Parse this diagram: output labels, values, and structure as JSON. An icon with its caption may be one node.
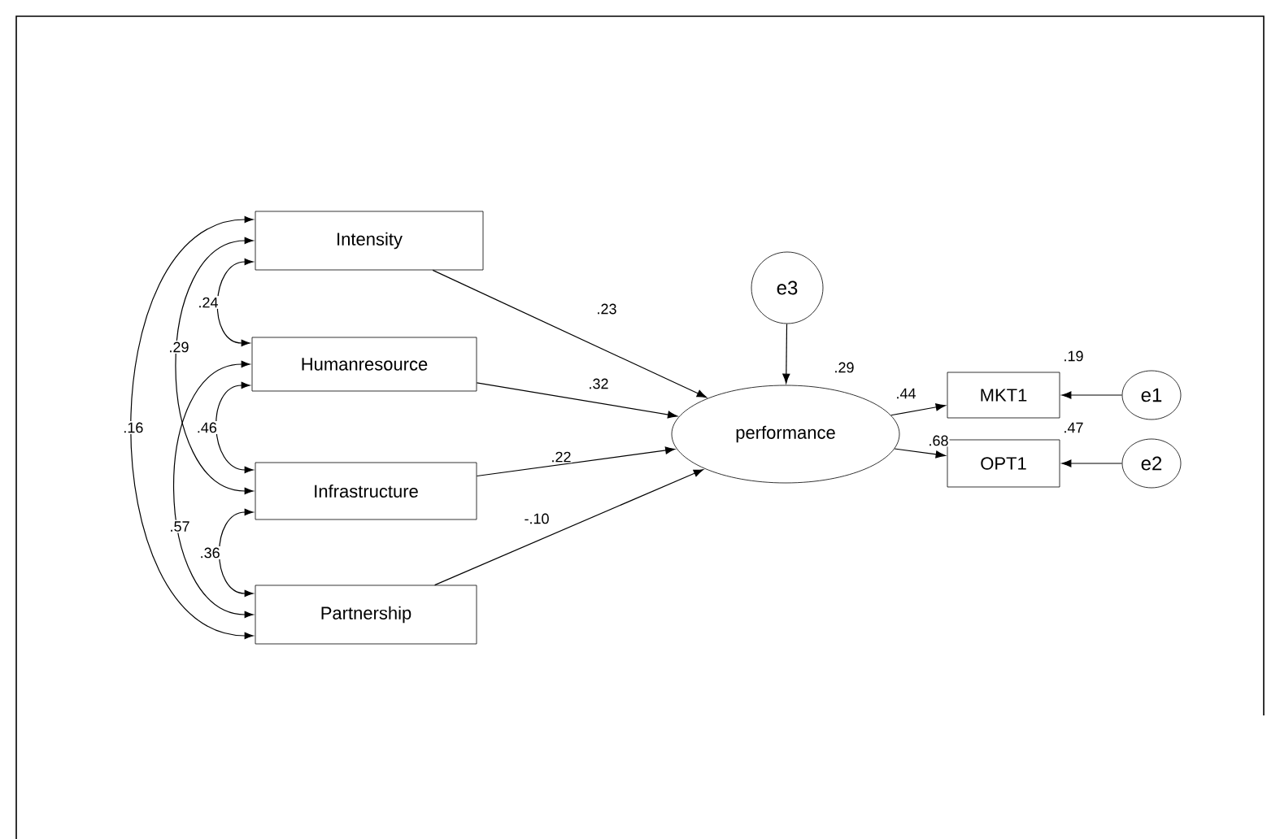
{
  "diagram": {
    "nodes": [
      {
        "text": [
          "Intensity"
        ]
      },
      {
        "text": [
          "Humanresource"
        ]
      },
      {
        "text": [
          "Infrastructure"
        ]
      },
      {
        "text": [
          "Partnership"
        ]
      },
      {
        "text": [
          "e3"
        ]
      },
      {
        "text": [
          "performance"
        ],
        "beside": [
          ".29"
        ]
      },
      {
        "text": [
          "MKT1"
        ],
        "beside": [
          ".19"
        ]
      },
      {
        "text": [
          "e1"
        ]
      },
      {
        "text": [
          "OPT1"
        ],
        "beside": [
          ".47"
        ]
      },
      {
        "text": [
          "e2"
        ]
      }
    ],
    "edges": [
      {
        "from": 0,
        "to": 1,
        "arrow": "both",
        "label": ".24"
      },
      {
        "from": 0,
        "to": 2,
        "arrow": "both",
        "label": ".29"
      },
      {
        "from": 0,
        "to": 3,
        "arrow": "both",
        "label": ".16"
      },
      {
        "from": 1,
        "to": 2,
        "arrow": "both",
        "label": ".46"
      },
      {
        "from": 1,
        "to": 3,
        "arrow": "both",
        "label": ".57"
      },
      {
        "from": 2,
        "to": 3,
        "arrow": "both",
        "label": ".36"
      },
      {
        "from": 0,
        "to": 5,
        "arrow": "to",
        "label": ".23"
      },
      {
        "from": 1,
        "to": 5,
        "arrow": "to",
        "label": ".32"
      },
      {
        "from": 2,
        "to": 5,
        "arrow": "to",
        "label": ".22"
      },
      {
        "from": 3,
        "to": 5,
        "arrow": "to",
        "label": "-.10"
      },
      {
        "from": 4,
        "to": 5,
        "arrow": "to"
      },
      {
        "from": 5,
        "to": 6,
        "arrow": "to",
        "label": ".44"
      },
      {
        "from": 5,
        "to": 8,
        "arrow": "to",
        "label": ".68"
      },
      {
        "from": 7,
        "to": 6,
        "arrow": "to"
      },
      {
        "from": 9,
        "to": 8,
        "arrow": "to"
      }
    ]
  }
}
